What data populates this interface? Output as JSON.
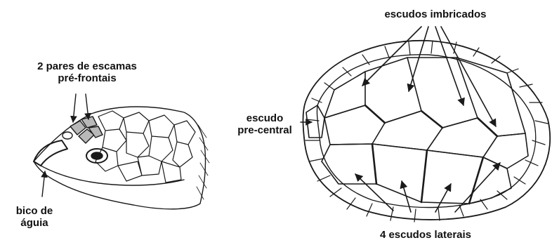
{
  "labels": {
    "prefrontal_line1": "2 pares de escamas",
    "prefrontal_line2": "pré-frontais",
    "beak_line1": "bico de",
    "beak_line2": "águia",
    "imbricated": "escudos imbricados",
    "precentral_line1": "escudo",
    "precentral_line2": "pre-central",
    "laterals": "4 escudos laterais"
  },
  "colors": {
    "ink": "#1a1a1a",
    "prefrontal_fill": "#b8b8b8",
    "background": "#ffffff"
  }
}
